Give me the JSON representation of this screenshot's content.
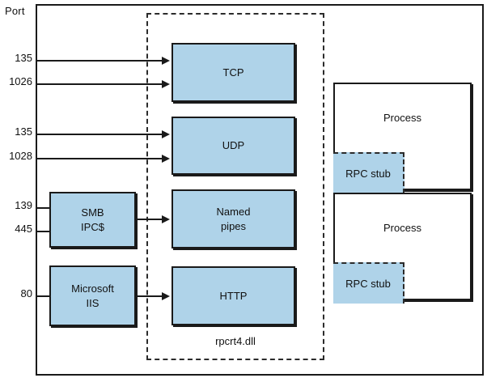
{
  "diagram": {
    "column_header": "Port",
    "dll_label": "rpcrt4.dll",
    "colors": {
      "box_fill": "#afd3e9",
      "stroke": "#1a1a1a",
      "dashed_stroke": "#2b2b2b",
      "background": "#ffffff"
    },
    "ports": [
      {
        "number": "135",
        "target": "TCP"
      },
      {
        "number": "1026",
        "target": "TCP"
      },
      {
        "number": "135",
        "target": "UDP"
      },
      {
        "number": "1028",
        "target": "UDP"
      },
      {
        "number": "139",
        "target": "SMB IPC$"
      },
      {
        "number": "445",
        "target": "SMB IPC$"
      },
      {
        "number": "80",
        "target": "Microsoft IIS"
      }
    ],
    "source_boxes": [
      {
        "line1": "SMB",
        "line2": "IPC$"
      },
      {
        "line1": "Microsoft",
        "line2": "IIS"
      }
    ],
    "transports": [
      {
        "line1": "TCP",
        "line2": ""
      },
      {
        "line1": "UDP",
        "line2": ""
      },
      {
        "line1": "Named",
        "line2": "pipes"
      },
      {
        "line1": "HTTP",
        "line2": ""
      }
    ],
    "processes": [
      {
        "title": "Process",
        "stub": "RPC stub"
      },
      {
        "title": "Process",
        "stub": "RPC stub"
      }
    ]
  }
}
